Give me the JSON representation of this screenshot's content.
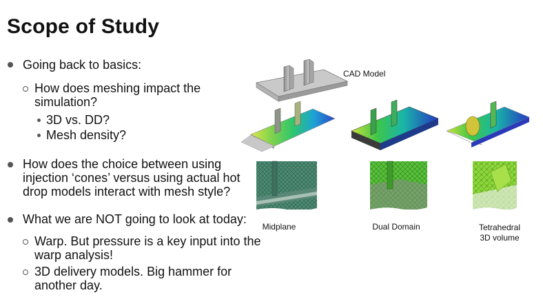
{
  "slide": {
    "title": "Scope of Study",
    "bullets": {
      "b1": "Going back to basics:",
      "b1_sub1_l1": "How does meshing impact the",
      "b1_sub1_l2": "simulation?",
      "b1_sub1_a": "3D vs. DD?",
      "b1_sub1_b": "Mesh density?",
      "b2_l1": "How does the choice between using",
      "b2_l2": "injection ‘cones’ versus using actual hot",
      "b2_l3": "drop models interact with mesh style?",
      "b3": "What we are NOT going to look at today:",
      "b3_sub1_l1": "Warp. But pressure is a key input into the",
      "b3_sub1_l2": "warp analysis!",
      "b3_sub2_l1": "3D delivery models. Big hammer for",
      "b3_sub2_l2": "another day."
    }
  },
  "figure": {
    "cad_label": "CAD Model",
    "captions": {
      "midplane": "Midplane",
      "dual": "Dual Domain",
      "tetra_l1": "Tetrahedral",
      "tetra_l2": "3D volume"
    }
  }
}
